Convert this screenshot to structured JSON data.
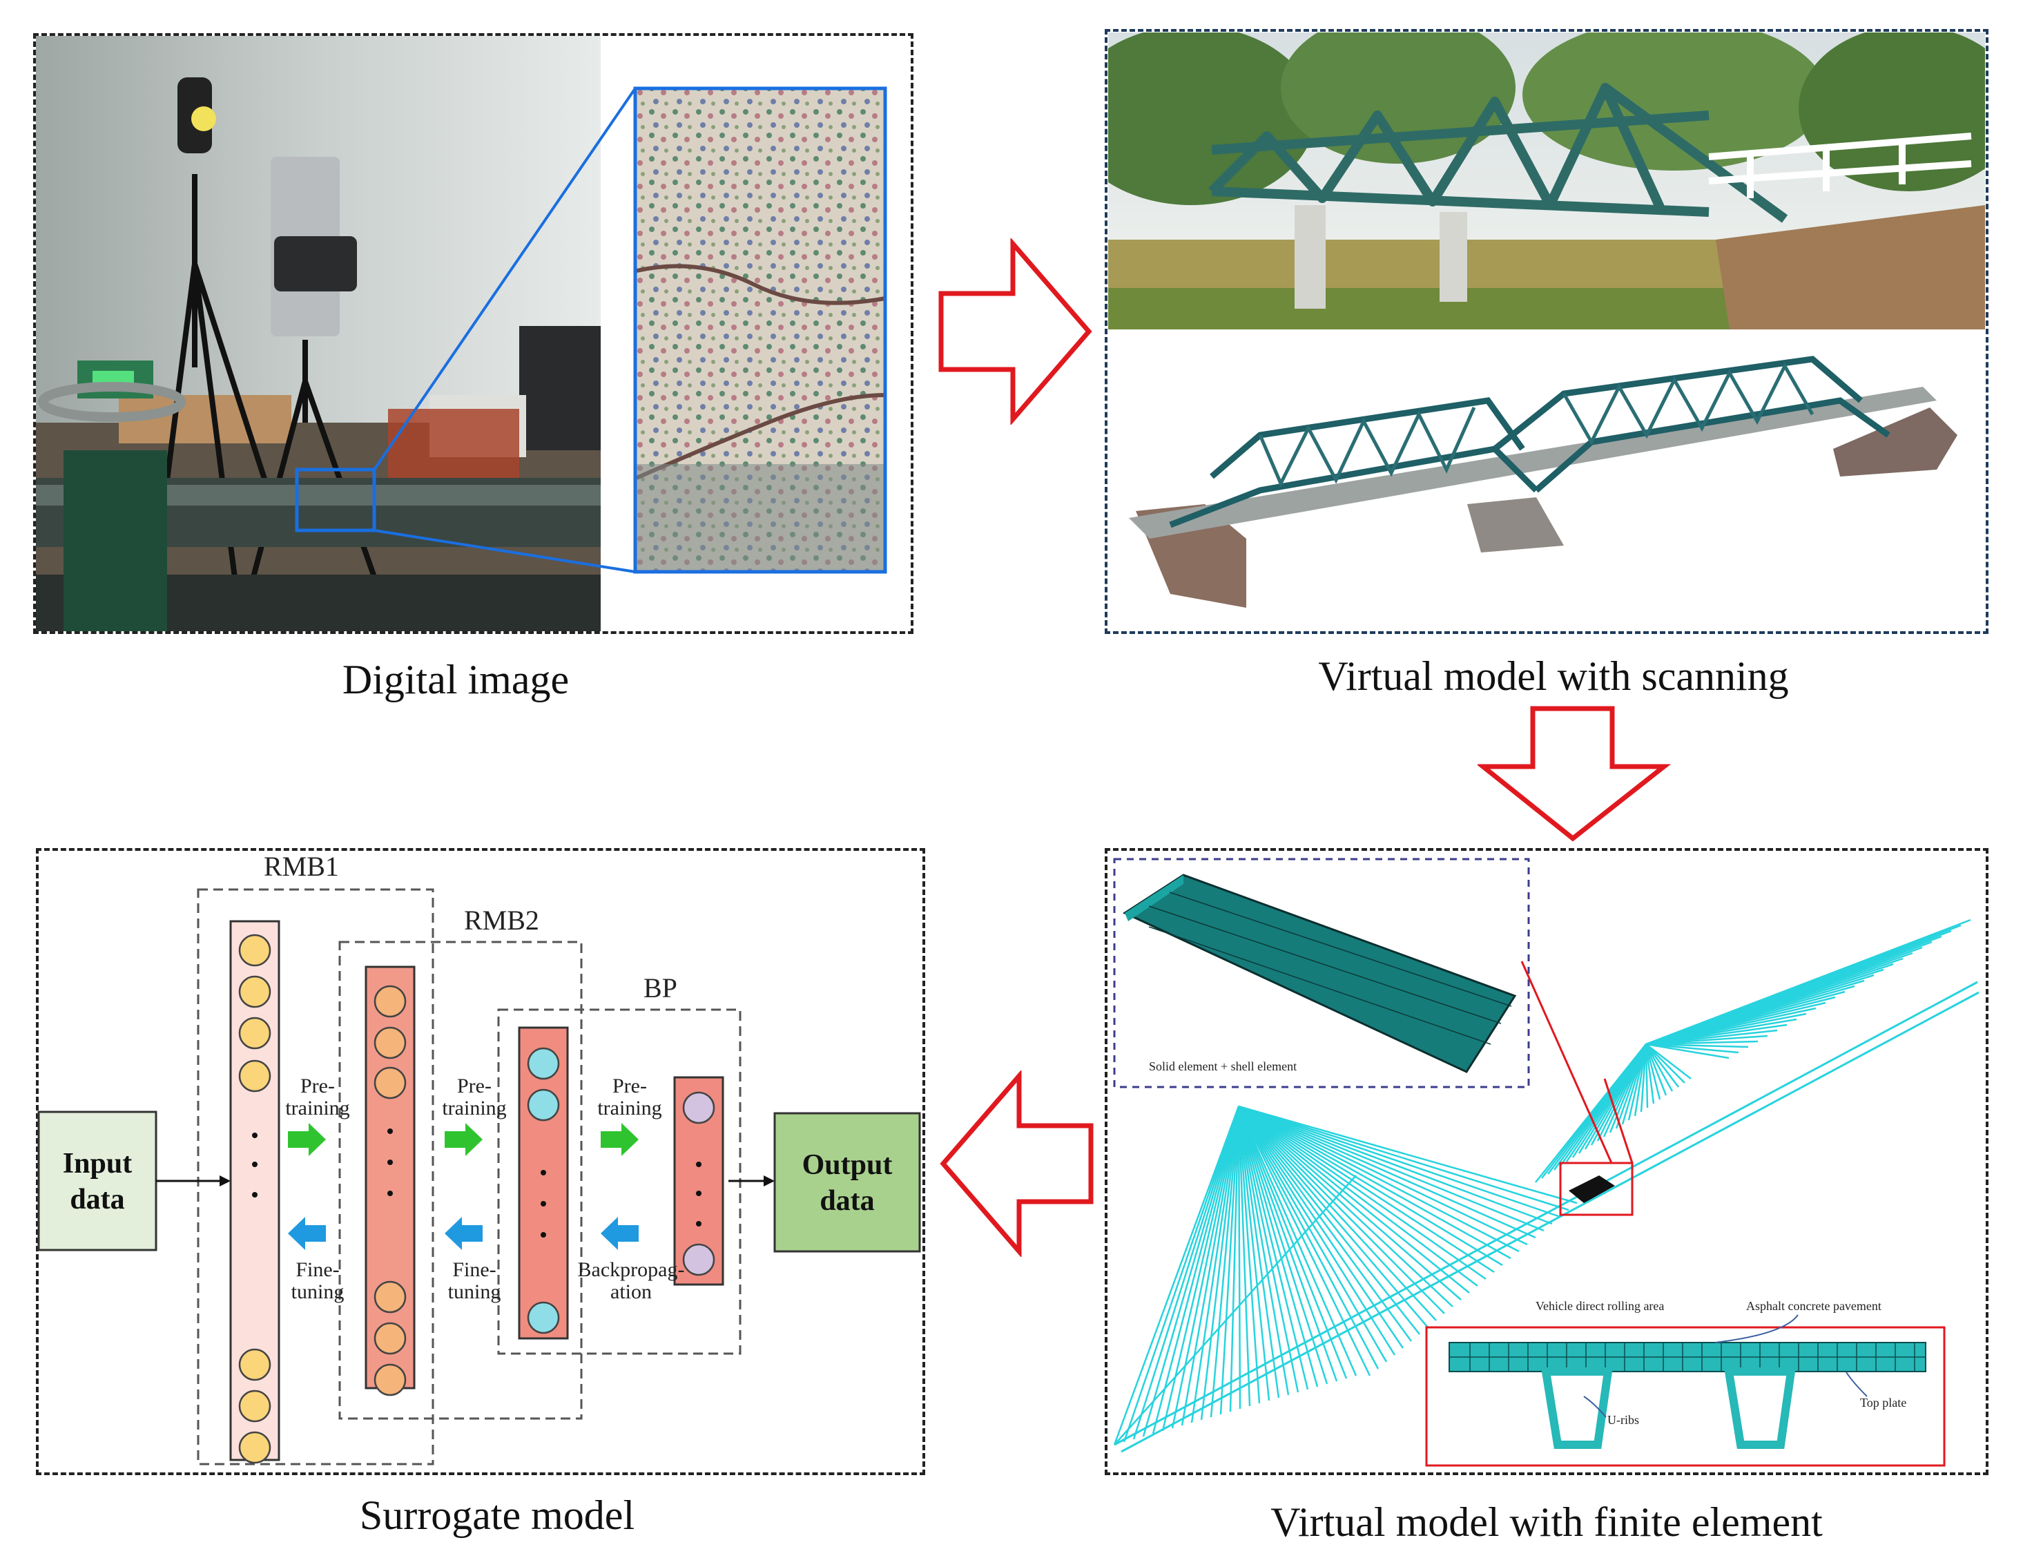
{
  "panels": {
    "digital_image": {
      "caption": "Digital image"
    },
    "scanning": {
      "caption": "Virtual model with scanning"
    },
    "finite_element": {
      "caption": "Virtual model with finite element",
      "inset_label": "Solid element + shell element",
      "section_labels": {
        "vehicle_area": "Vehicle direct rolling area",
        "pavement": "Asphalt concrete pavement",
        "top_plate": "Top plate",
        "u_ribs": "U-ribs"
      }
    },
    "surrogate": {
      "caption": "Surrogate model",
      "input_label_1": "Input",
      "input_label_2": "data",
      "output_label_1": "Output",
      "output_label_2": "data",
      "block_rmb1": "RMB1",
      "block_rmb2": "RMB2",
      "block_bp": "BP",
      "pre1": "Pre-",
      "pre2": "training",
      "fine1": "Fine-",
      "fine2": "tuning",
      "bp1": "Backpropag-",
      "bp2": "ation"
    }
  },
  "colors": {
    "arrow_red": "#e0191f",
    "photo_frame_blue": "#1a6fe0",
    "dashed_border": "#222222",
    "scan_border": "#1f3b5c",
    "fe_cyan": "#27d3de",
    "input_box": "#e3efdb",
    "output_box": "#a9d18e",
    "green_arrow": "#2fc42f",
    "blue_arrow": "#1f9ae0"
  }
}
